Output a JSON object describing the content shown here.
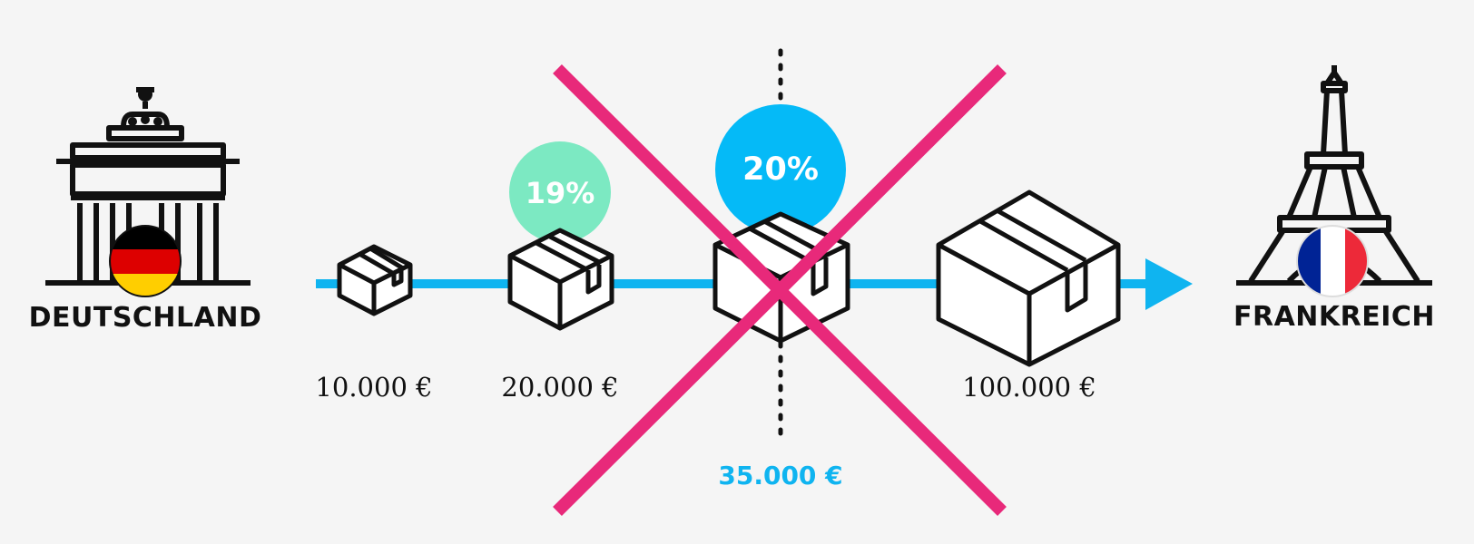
{
  "origin": {
    "label": "DEUTSCHLAND"
  },
  "destination": {
    "label": "FRANKREICH"
  },
  "packages": [
    {
      "price": "10.000 €"
    },
    {
      "price": "20.000 €",
      "vat": "19%"
    },
    {
      "vat": "20%"
    },
    {
      "price": "100.000 €"
    }
  ],
  "threshold": {
    "label": "35.000 €"
  },
  "colors": {
    "arrow": "#0fb4f0",
    "vat_de_bubble": "#7ce9c2",
    "vat_fr_bubble": "#05baf7",
    "cross": "#e8297a",
    "flag_de": [
      "#000000",
      "#dd0000",
      "#ffce00"
    ],
    "flag_fr": [
      "#002395",
      "#ffffff",
      "#ed2939"
    ]
  },
  "icons": {
    "origin": "brandenburg-gate-icon",
    "destination": "eiffel-tower-icon",
    "package": "cardboard-box-icon"
  }
}
